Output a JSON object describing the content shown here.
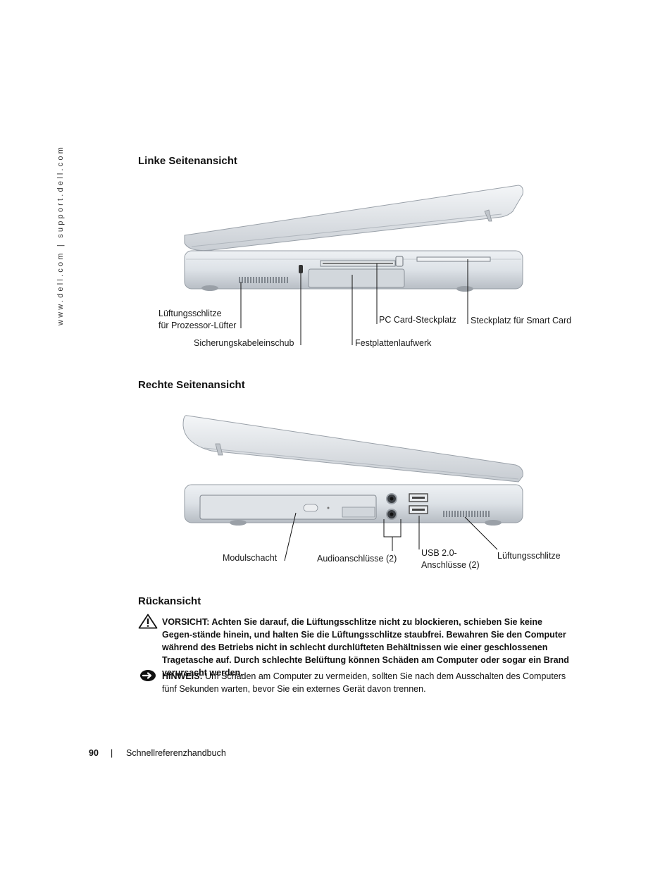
{
  "sidebar": {
    "url": "www.dell.com | support.dell.com"
  },
  "sections": {
    "left_view": {
      "title": "Linke Seitenansicht",
      "labels": {
        "vents_line1": "Lüftungsschlitze",
        "vents_line2": "für Prozessor-Lüfter",
        "security_slot": "Sicherungskabeleinschub",
        "hard_drive": "Festplattenlaufwerk",
        "pc_card": "PC Card-Steckplatz",
        "smart_card": "Steckplatz für Smart Card"
      }
    },
    "right_view": {
      "title": "Rechte Seitenansicht",
      "labels": {
        "module_bay": "Modulschacht",
        "audio": "Audioanschlüsse (2)",
        "usb_line1": "USB 2.0-",
        "usb_line2": "Anschlüsse (2)",
        "vents": "Lüftungsschlitze"
      }
    },
    "back_view": {
      "title": "Rückansicht"
    }
  },
  "caution": {
    "lead": "VORSICHT:",
    "text": "Achten Sie darauf, die Lüftungsschlitze nicht zu blockieren, schieben Sie keine Gegen-stände hinein, und halten Sie die Lüftungsschlitze staubfrei. Bewahren Sie den Computer während des Betriebs nicht in schlecht durchlüfteten Behältnissen wie einer geschlossenen Tragetasche auf. Durch schlechte Belüftung können Schäden am Computer oder sogar ein Brand verursacht werden."
  },
  "notice": {
    "lead": "HINWEIS:",
    "text": "Um Schäden am Computer zu vermeiden, sollten Sie nach dem Ausschalten des Computers fünf Sekunden warten, bevor Sie ein externes Gerät davon trennen."
  },
  "footer": {
    "page_number": "90",
    "separator": "|",
    "book_title": "Schnellreferenzhandbuch"
  }
}
